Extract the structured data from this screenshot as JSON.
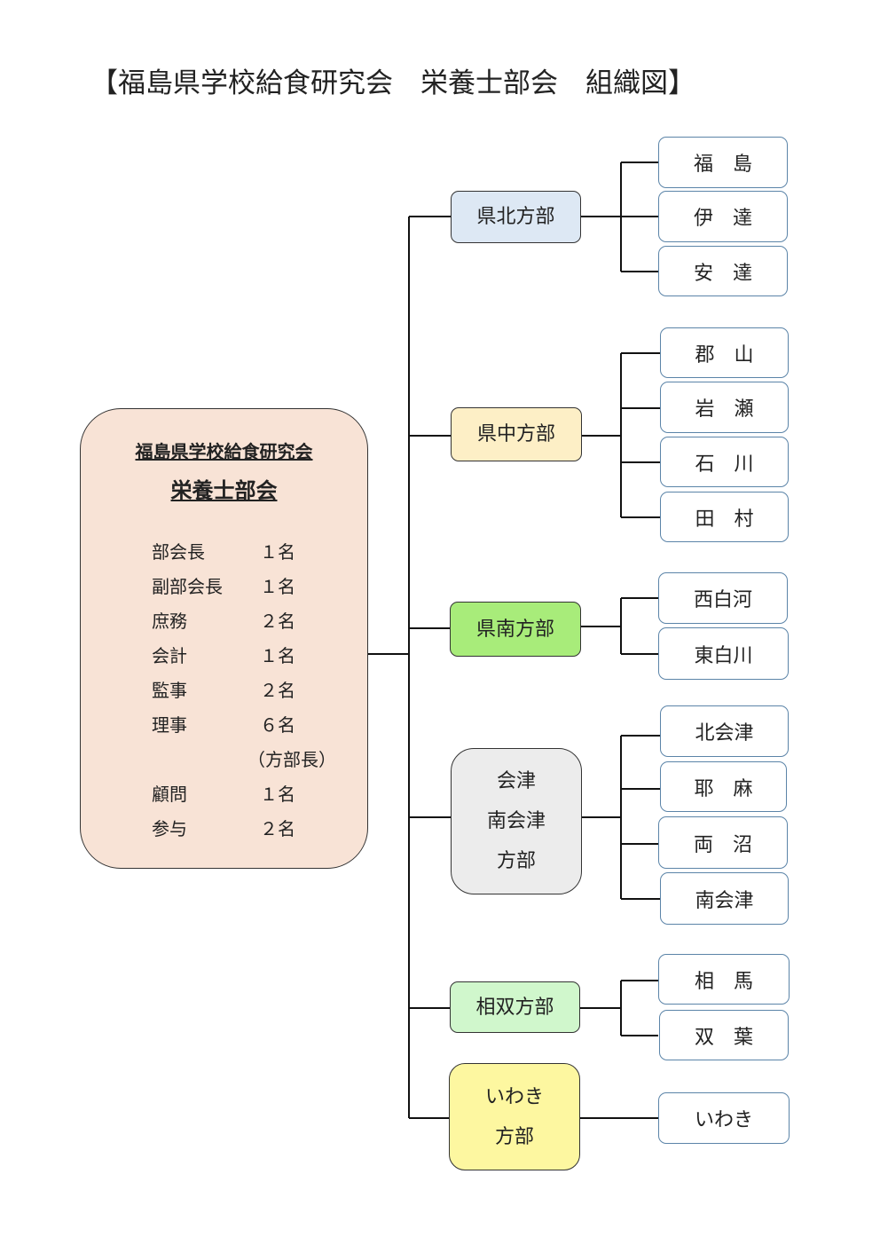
{
  "title": "【福島県学校給食研究会　栄養士部会　組織図】",
  "main": {
    "title_line1": "福島県学校給食研究会",
    "title_line2": "栄養士部会",
    "color": "#f8e3d6",
    "roles": [
      {
        "name": "部会長",
        "count": "１名"
      },
      {
        "name": "副部会長",
        "count": "１名"
      },
      {
        "name": "庶務",
        "count": "２名"
      },
      {
        "name": "会計",
        "count": "１名"
      },
      {
        "name": "監事",
        "count": "２名"
      },
      {
        "name": "理事",
        "count": "６名"
      },
      {
        "name": "",
        "count": "（方部長）"
      },
      {
        "name": "顧問",
        "count": "１名"
      },
      {
        "name": "参与",
        "count": "２名"
      }
    ]
  },
  "branches": [
    {
      "label": "県北方部",
      "color": "#dde8f4",
      "subs": [
        "福　島",
        "伊　達",
        "安　達"
      ]
    },
    {
      "label": "県中方部",
      "color": "#fdefc6",
      "subs": [
        "郡　山",
        "岩　瀬",
        "石　川",
        "田　村"
      ]
    },
    {
      "label": "県南方部",
      "color": "#a8ec7a",
      "subs": [
        "西白河",
        "東白川"
      ]
    },
    {
      "label": "会津\n南会津\n方部",
      "color": "#ececec",
      "subs": [
        "北会津",
        "耶　麻",
        "両　沼",
        "南会津"
      ]
    },
    {
      "label": "相双方部",
      "color": "#d0f7cc",
      "subs": [
        "相　馬",
        "双　葉"
      ]
    },
    {
      "label": "いわき\n方部",
      "color": "#fdf7a0",
      "subs": [
        "いわき"
      ]
    }
  ]
}
